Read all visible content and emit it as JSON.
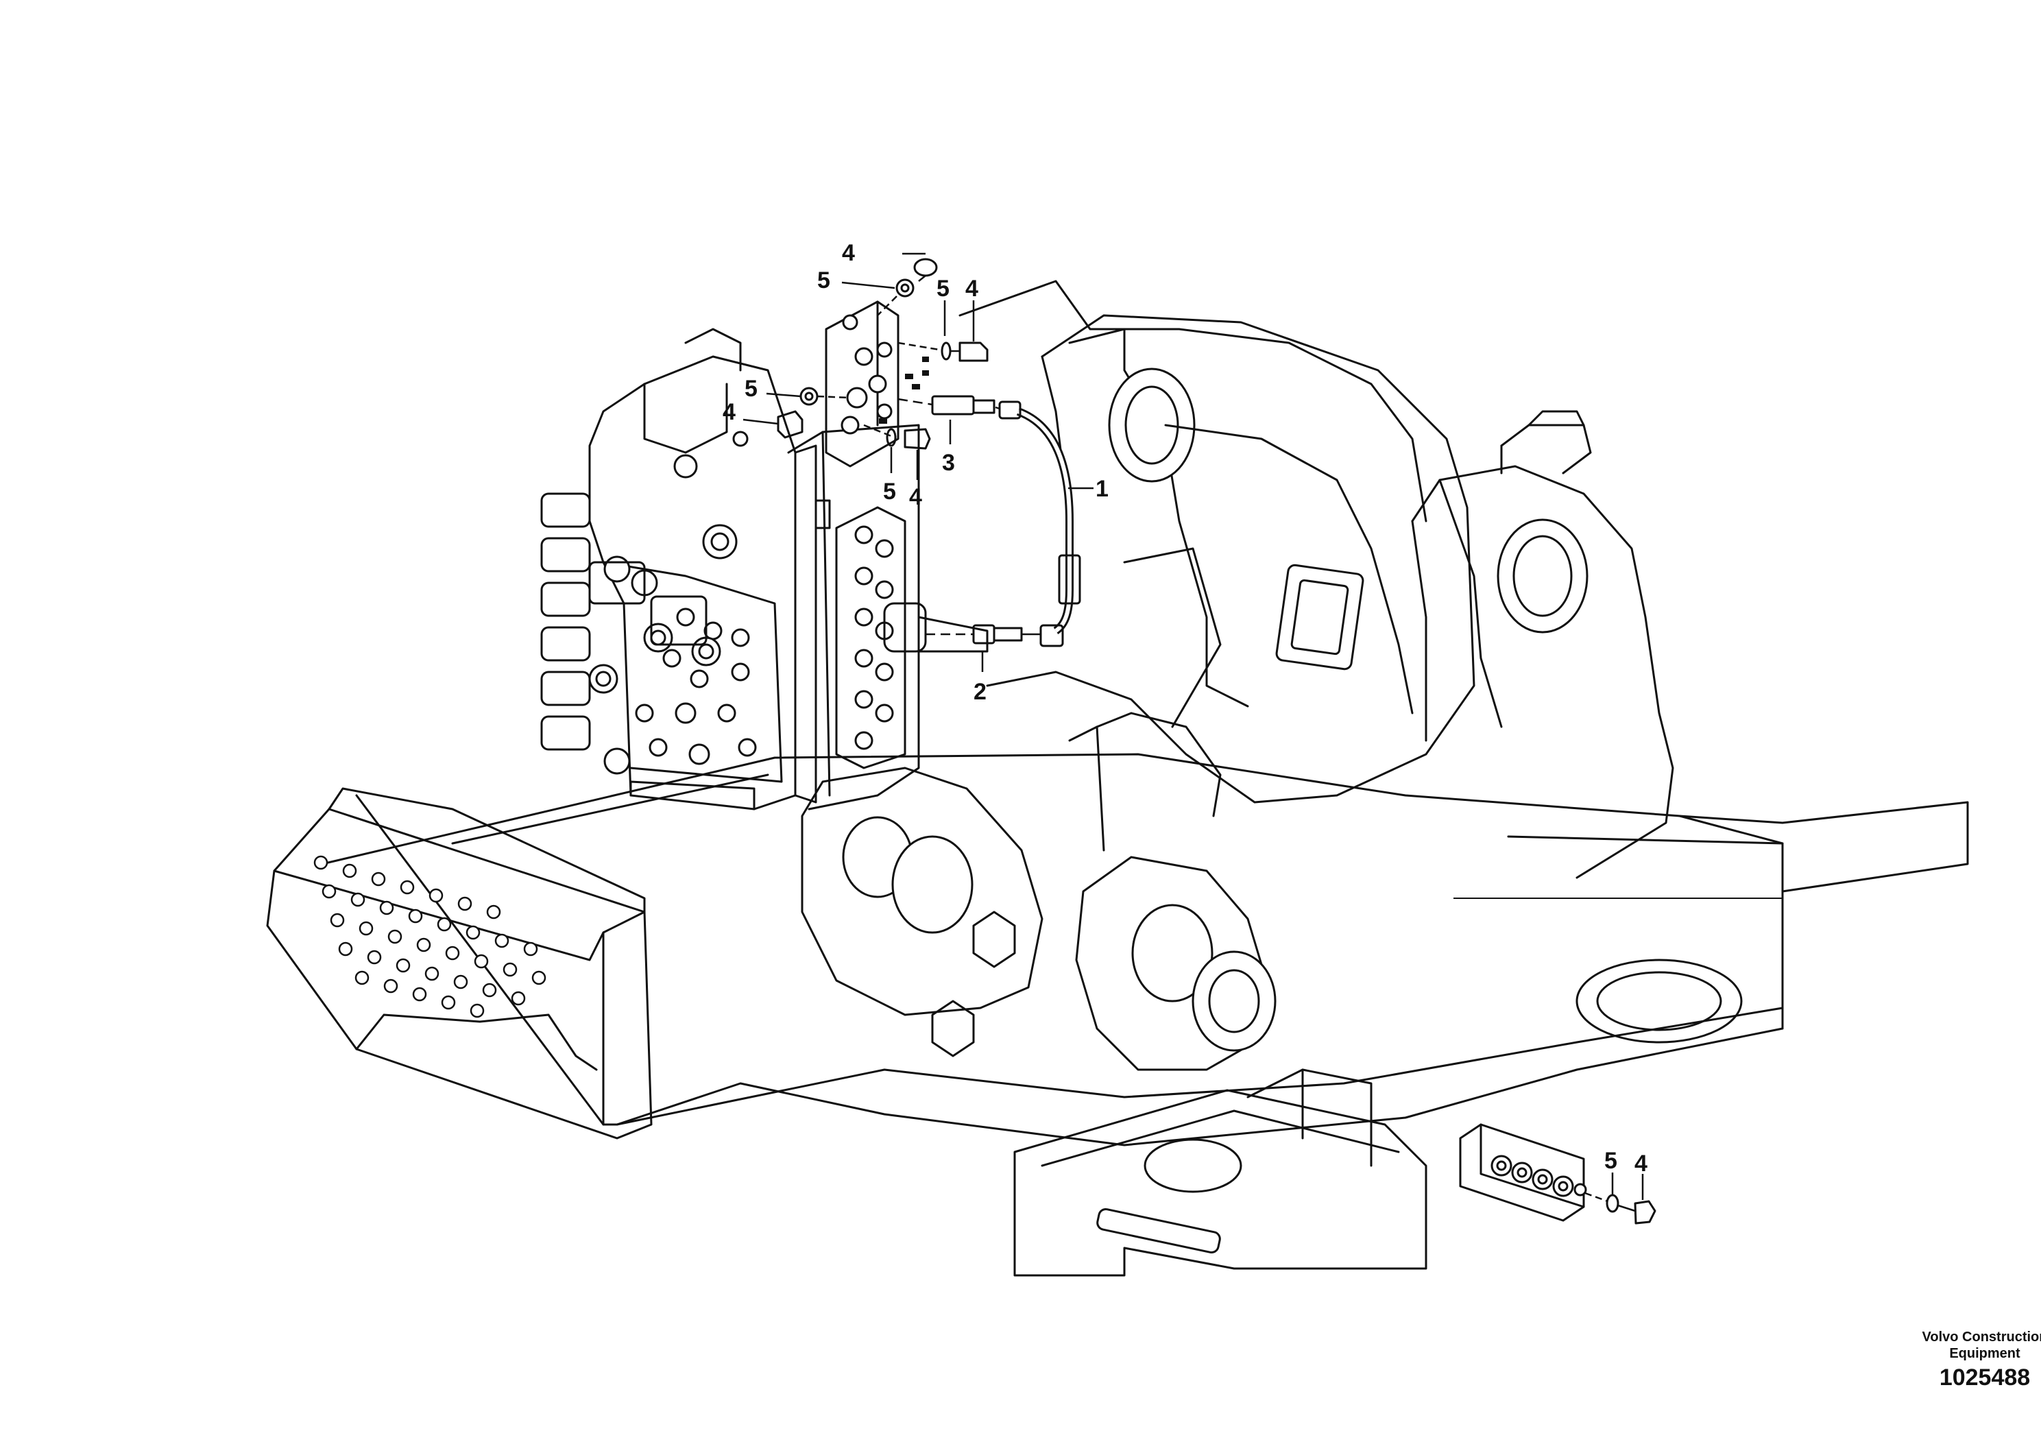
{
  "callouts": [
    {
      "id": "c1",
      "text": "1"
    },
    {
      "id": "c2",
      "text": "2"
    },
    {
      "id": "c3",
      "text": "3"
    },
    {
      "id": "c4a",
      "text": "4"
    },
    {
      "id": "c4b",
      "text": "4"
    },
    {
      "id": "c4c",
      "text": "4"
    },
    {
      "id": "c4d",
      "text": "4"
    },
    {
      "id": "c4e",
      "text": "4"
    },
    {
      "id": "c5a",
      "text": "5"
    },
    {
      "id": "c5b",
      "text": "5"
    },
    {
      "id": "c5c",
      "text": "5"
    },
    {
      "id": "c5d",
      "text": "5"
    },
    {
      "id": "c5e",
      "text": "5"
    }
  ],
  "footer": {
    "brand_line1": "Volvo Construction",
    "brand_line2": "Equipment",
    "drawing_number": "1025488"
  }
}
